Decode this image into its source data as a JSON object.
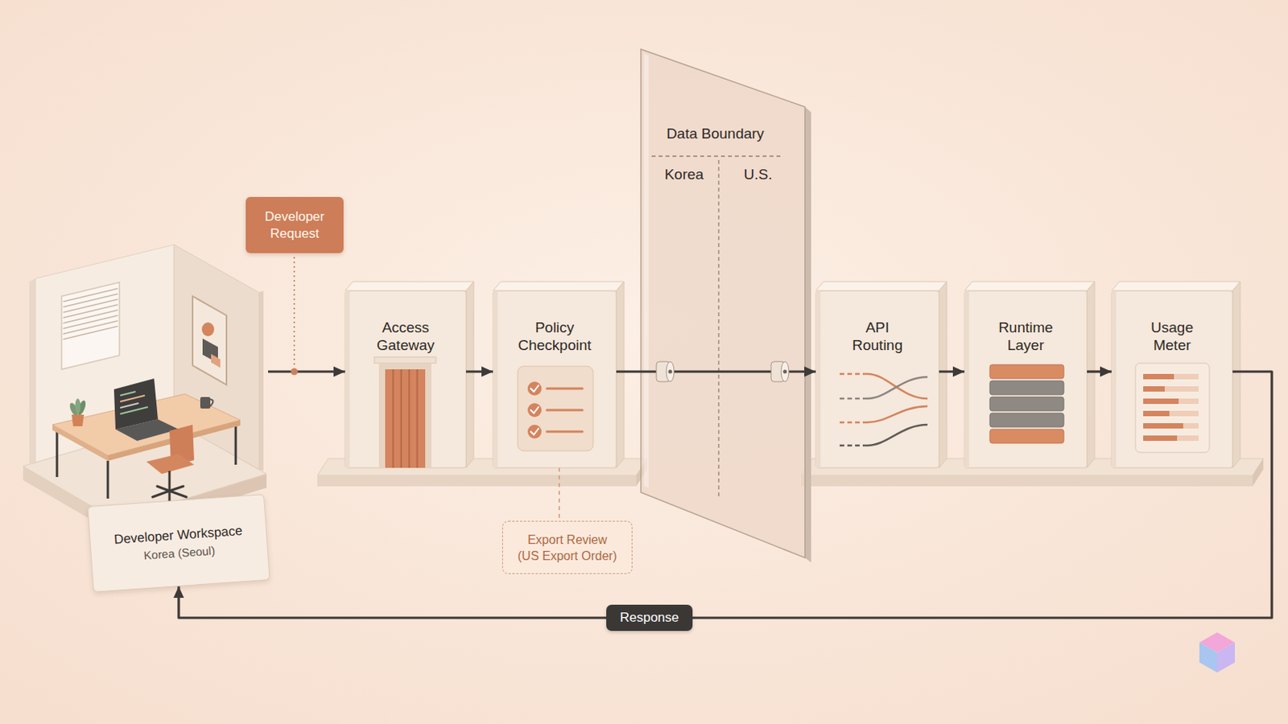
{
  "diagram": {
    "nodes": [
      {
        "text": [
          "Developer Workspace",
          "Korea (Seoul)"
        ]
      },
      {
        "text": [
          "Developer Request"
        ]
      },
      {
        "text": [
          "Access Gateway"
        ]
      },
      {
        "text": [
          "Policy Checkpoint"
        ]
      },
      {
        "text": [
          "Export Review (US Export Order)"
        ]
      },
      {
        "text": [
          "Data Boundary",
          "Korea",
          "U.S."
        ]
      },
      {
        "text": [
          "API Routing"
        ]
      },
      {
        "text": [
          "Runtime Layer"
        ]
      },
      {
        "text": [
          "Usage Meter"
        ]
      }
    ],
    "edges": [
      {
        "from": 0,
        "to": 2,
        "arrow": "to"
      },
      {
        "from": 2,
        "to": 3,
        "arrow": "to"
      },
      {
        "from": 3,
        "to": 4,
        "arrow": "none"
      },
      {
        "from": 3,
        "to": 6,
        "arrow": "to"
      },
      {
        "from": 6,
        "to": 7,
        "arrow": "to"
      },
      {
        "from": 7,
        "to": 8,
        "arrow": "to"
      },
      {
        "from": 8,
        "to": 0,
        "label": "Response",
        "arrow": "to"
      }
    ]
  }
}
